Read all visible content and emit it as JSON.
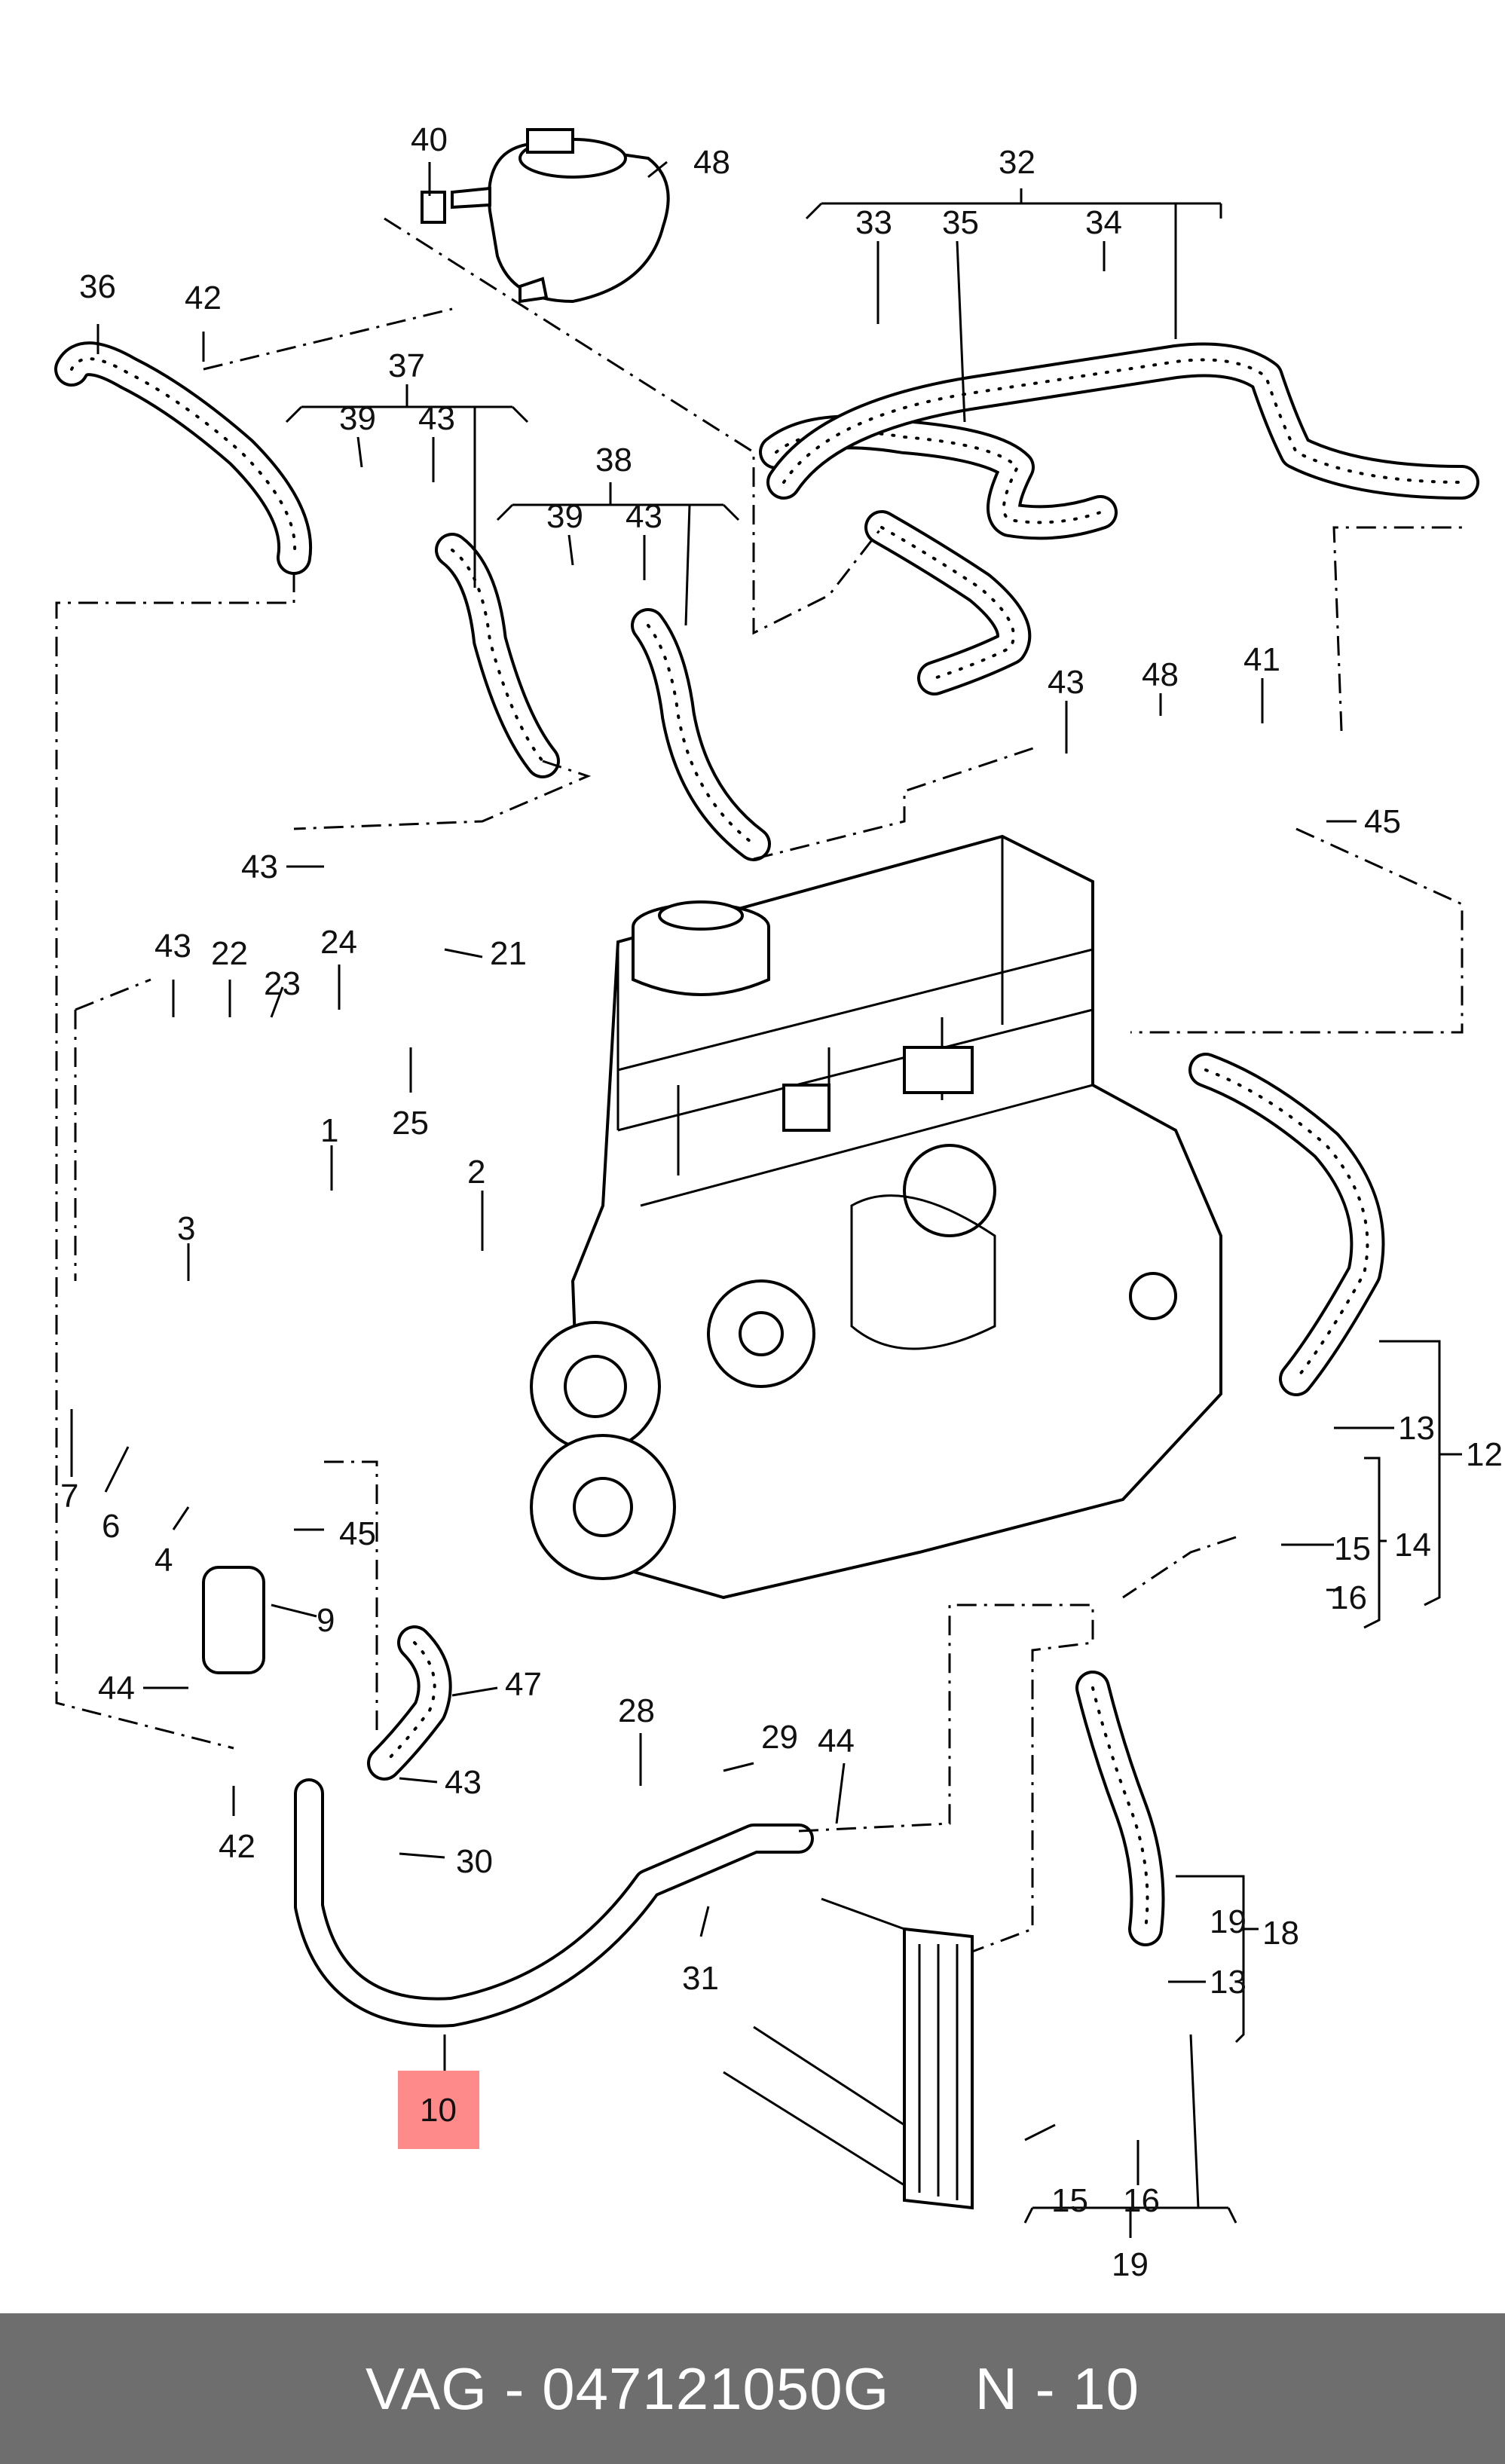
{
  "labels": {
    "l40": "40",
    "l48a": "48",
    "l32": "32",
    "l33": "33",
    "l35": "35",
    "l34": "34",
    "l36": "36",
    "l42a": "42",
    "l37": "37",
    "l39a": "39",
    "l43a": "43",
    "l38": "38",
    "l39b": "39",
    "l43b": "43",
    "l43c": "43",
    "l48b": "48",
    "l41": "41",
    "l45a": "45",
    "l43d": "43",
    "l21": "21",
    "l43e": "43",
    "l22": "22",
    "l23": "23",
    "l24": "24",
    "l25": "25",
    "l1": "1",
    "l2": "2",
    "l3": "3",
    "l7": "7",
    "l6": "6",
    "l4": "4",
    "l45b": "45",
    "l9": "9",
    "l44a": "44",
    "l47": "47",
    "l43f": "43",
    "l42b": "42",
    "l30": "30",
    "l28": "28",
    "l29": "29",
    "l44b": "44",
    "l31": "31",
    "l13a": "13",
    "l12": "12",
    "l15a": "15",
    "l14": "14",
    "l16a": "16",
    "l19a": "19",
    "l18": "18",
    "l13b": "13",
    "l15b": "15",
    "l16b": "16",
    "l19b": "19",
    "l10": "10"
  },
  "highlight": {
    "part": "10",
    "color": "#ff8a8a"
  },
  "footer": {
    "brand": "VAG",
    "sep": " - ",
    "part_number": "047121050G",
    "gap": "     ",
    "position": "N - 10"
  },
  "colors": {
    "footer_bg": "#6e6e6e",
    "footer_text": "#ffffff",
    "line": "#000000"
  }
}
